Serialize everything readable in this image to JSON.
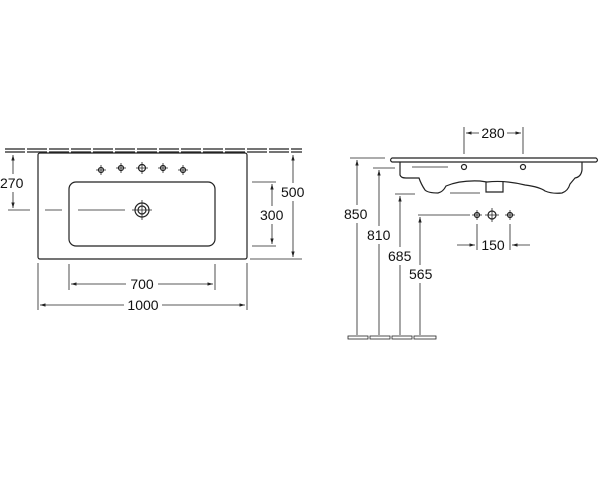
{
  "top_view": {
    "dimensions": {
      "depth_to_drain": "270",
      "total_depth": "500",
      "bowl_depth": "300",
      "bowl_width": "700",
      "total_width": "1000"
    }
  },
  "side_view": {
    "dimensions": {
      "tap_hole_spacing": "280",
      "top_height": "850",
      "rim_height": "810",
      "bottom_height": "685",
      "waste_height": "565",
      "fitting_spacing": "150"
    }
  },
  "colors": {
    "line": "#222222",
    "background": "#ffffff"
  }
}
